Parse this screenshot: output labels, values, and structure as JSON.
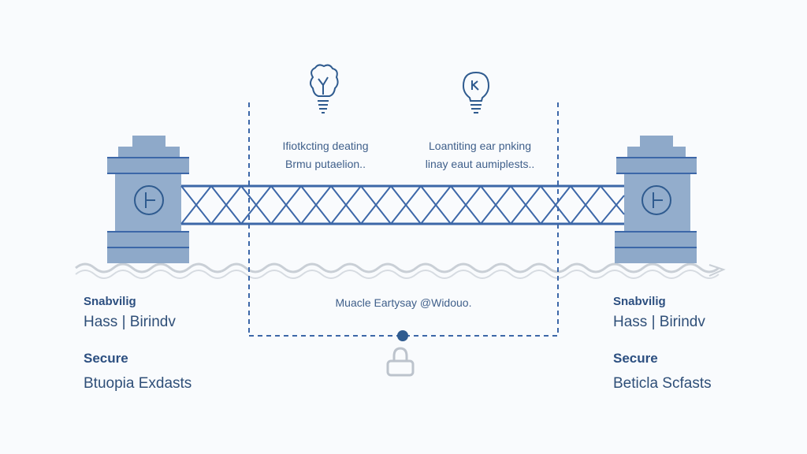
{
  "colors": {
    "background": "#f9fbfd",
    "tower_fill": "#8ea9c9",
    "tower_dark": "#6f8fb6",
    "line_blue": "#3c67a8",
    "wave_gray": "#c9cfd6",
    "lock_gray": "#bcc3cc",
    "text_blue": "#2f5b8f"
  },
  "icons": {
    "left_bulb": "brain-bulb-icon",
    "right_bulb": "k-bulb-icon",
    "left_tower_emblem": "circle-t-icon",
    "right_tower_emblem": "circle-t-icon",
    "lock": "padlock-icon",
    "connector_dot": "dot-icon"
  },
  "captions": {
    "left_top_line1": "Ifiotkcting deating",
    "left_top_line2": "Brmu putaelion..",
    "right_top_line1": "Loantiting ear pnking",
    "right_top_line2": "linay eaut aumiplests..",
    "bottom": "Muacle Eartysay @Widouo."
  },
  "left_panel": {
    "title": "Snabvilig",
    "subtitle": "Hass | Birindv",
    "secure": "Secure",
    "footer": "Btuopia Exdasts"
  },
  "right_panel": {
    "title": "Snabvilig",
    "subtitle": "Hass | Birindv",
    "secure": "Secure",
    "footer": "Beticla Scfasts"
  }
}
